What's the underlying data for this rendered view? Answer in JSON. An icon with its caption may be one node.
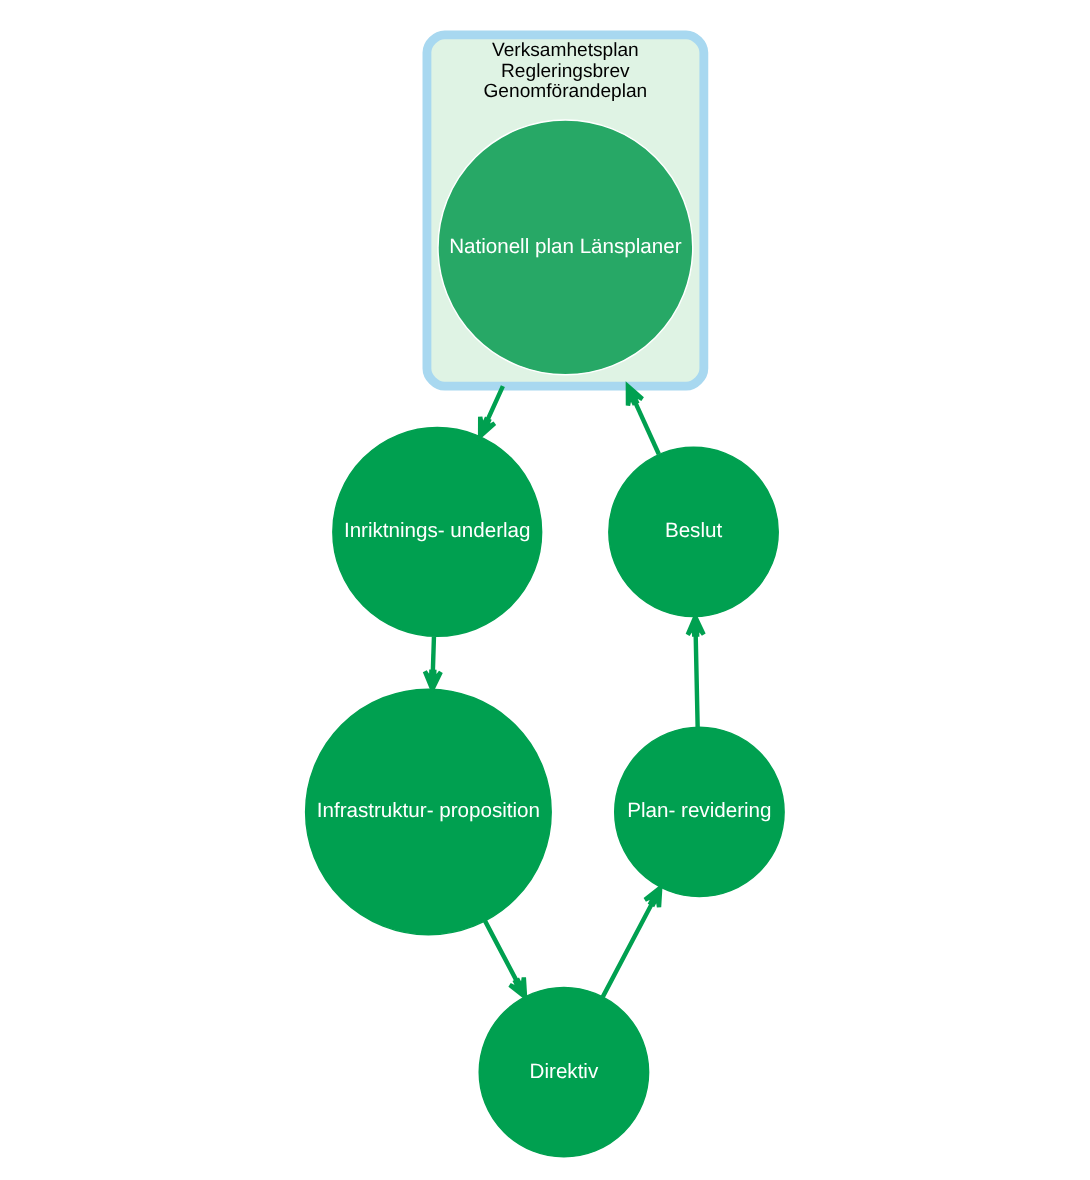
{
  "diagram": {
    "nodes": [
      {
        "text": [
          "Verksamhetsplan",
          "Regleringsbrev",
          "Genomförandeplan"
        ]
      },
      {
        "text": [
          "Nationell plan Länsplaner"
        ],
        "in": 0
      },
      {
        "text": [
          "Inriktnings- underlag"
        ]
      },
      {
        "text": [
          "Infrastruktur- proposition"
        ]
      },
      {
        "text": [
          "Direktiv"
        ]
      },
      {
        "text": [
          "Plan- revidering"
        ]
      },
      {
        "text": [
          "Beslut"
        ]
      }
    ],
    "edges": [
      {
        "from": 0,
        "to": 2,
        "arrow": "to"
      },
      {
        "from": 2,
        "to": 3,
        "arrow": "to"
      },
      {
        "from": 3,
        "to": 4,
        "arrow": "to"
      },
      {
        "from": 4,
        "to": 5,
        "arrow": "to"
      },
      {
        "from": 5,
        "to": 6,
        "arrow": "to"
      },
      {
        "from": 6,
        "to": 0,
        "arrow": "to"
      }
    ]
  }
}
